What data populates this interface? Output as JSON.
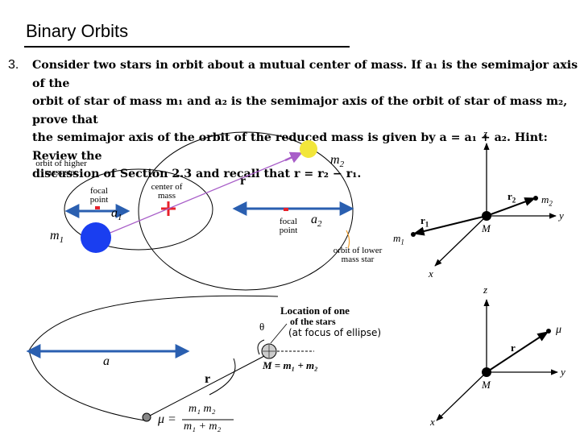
{
  "slide": {
    "title": "Binary Orbits"
  },
  "problem": {
    "number": "3.",
    "line1": "Consider two stars in orbit about a mutual center of mass. If a₁ is the semimajor axis of the",
    "line2": "orbit of star of mass m₁ and a₂ is the semimajor axis of the orbit of star of mass m₂, prove that",
    "line3": "the semimajor axis of the orbit of the reduced mass is given by a = a₁ + a₂. Hint: Review the",
    "line4": "discussion of Section 2.3 and recall that r = r₂ − r₁."
  },
  "top_diagram": {
    "orbit_higher": "orbit of higher mass star",
    "focal_left": "focal point",
    "center_of_mass": "center of mass",
    "a1": "a",
    "a1_sub": "1",
    "m1": "m",
    "m1_sub": "1",
    "m2": "m",
    "m2_sub": "2",
    "r": "r",
    "focal_right": "focal point",
    "a2": "a",
    "a2_sub": "2",
    "orbit_lower": "orbit of lower mass star"
  },
  "axes_top": {
    "z": "z",
    "y": "y",
    "x": "x",
    "M": "M",
    "r2": "r",
    "r2_sub": "2",
    "r1": "r",
    "r1_sub": "1",
    "m2": "m",
    "m2_sub": "2",
    "m1": "m",
    "m1_sub": "1"
  },
  "bottom_diagram": {
    "location_line1": "Location of one",
    "location_line2": "of the stars",
    "location_line3": "(at focus of ellipse)",
    "theta": "θ",
    "a": "a",
    "r": "r",
    "M_eq": "M = m₁ + m₂",
    "mu": "μ =",
    "numerator": "m₁ m₂",
    "denominator": "m₁ + m₂"
  },
  "axes_bottom": {
    "z": "z",
    "y": "y",
    "x": "x",
    "M": "M",
    "r": "r",
    "mu": "μ"
  },
  "colors": {
    "star_blue": "#1a3ef0",
    "star_yellow": "#f2e63a",
    "arrow_blue": "#2a5fb0",
    "plus_red": "#e8202a",
    "r_vector": "#a85ec8",
    "leader_orange": "#f0a030"
  }
}
